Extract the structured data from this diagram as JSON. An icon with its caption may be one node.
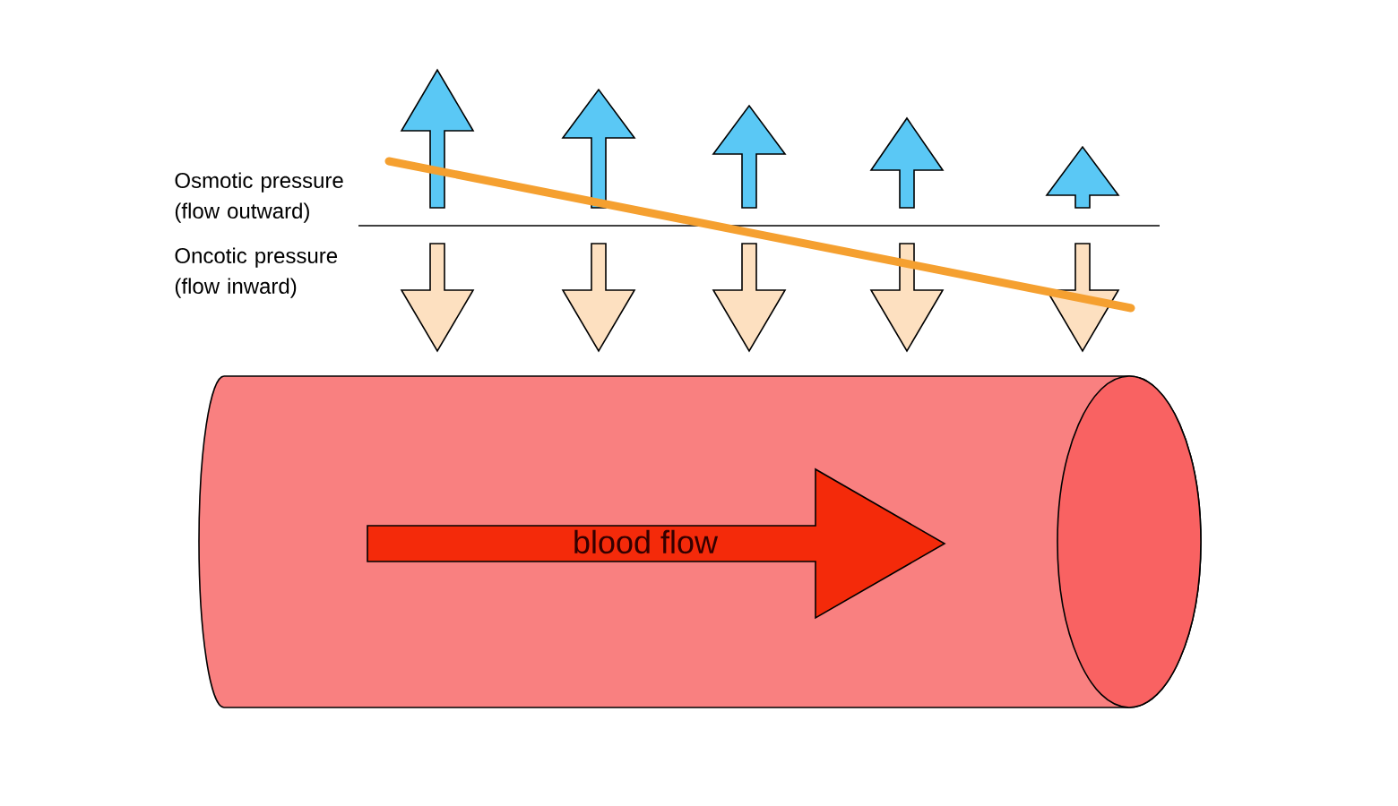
{
  "diagram": {
    "nodes": [
      {
        "text": [],
        "shape": "cylinder"
      },
      {
        "text": [
          "blood flow"
        ],
        "in": 0
      }
    ],
    "labels": [
      "Osmotic pressure (flow outward)",
      "Oncotic pressure (flow inward)"
    ]
  }
}
